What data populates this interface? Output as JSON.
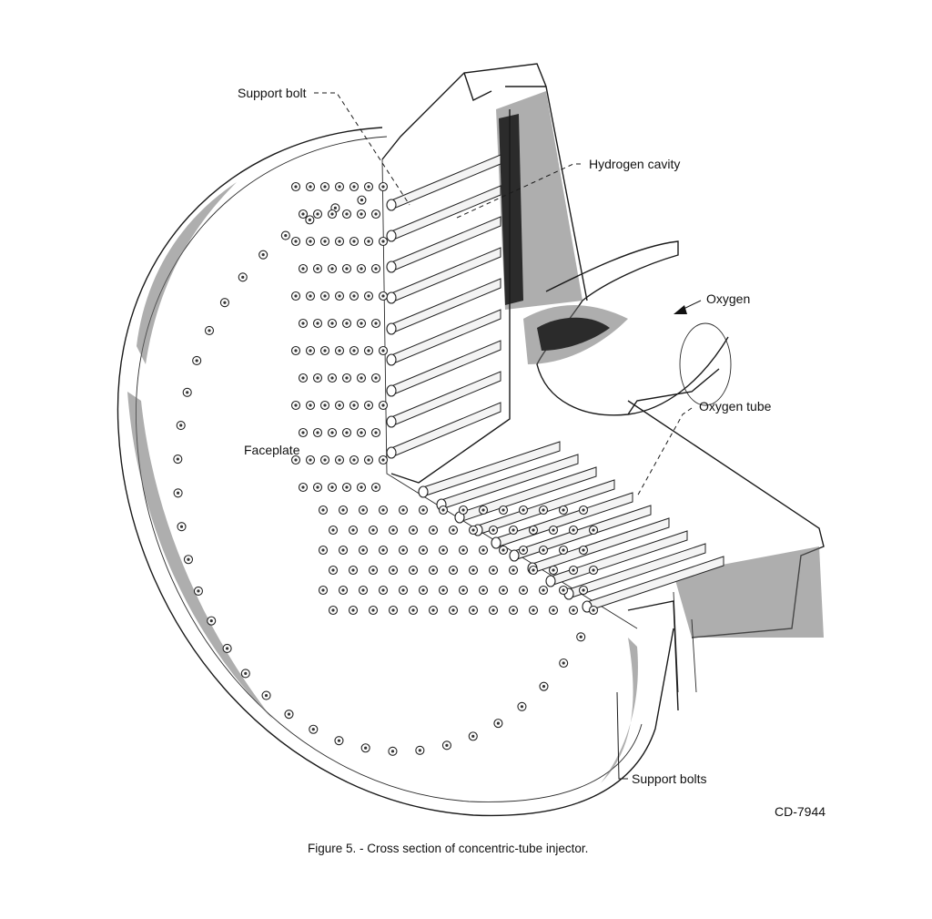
{
  "figure": {
    "caption": "Figure 5. - Cross section of concentric-tube injector.",
    "code": "CD-7944"
  },
  "labels": {
    "support_bolt": "Support bolt",
    "hydrogen_cavity": "Hydrogen cavity",
    "oxygen": "Oxygen",
    "oxygen_tube": "Oxygen tube",
    "faceplate": "Faceplate",
    "support_bolts": "Support bolts"
  }
}
